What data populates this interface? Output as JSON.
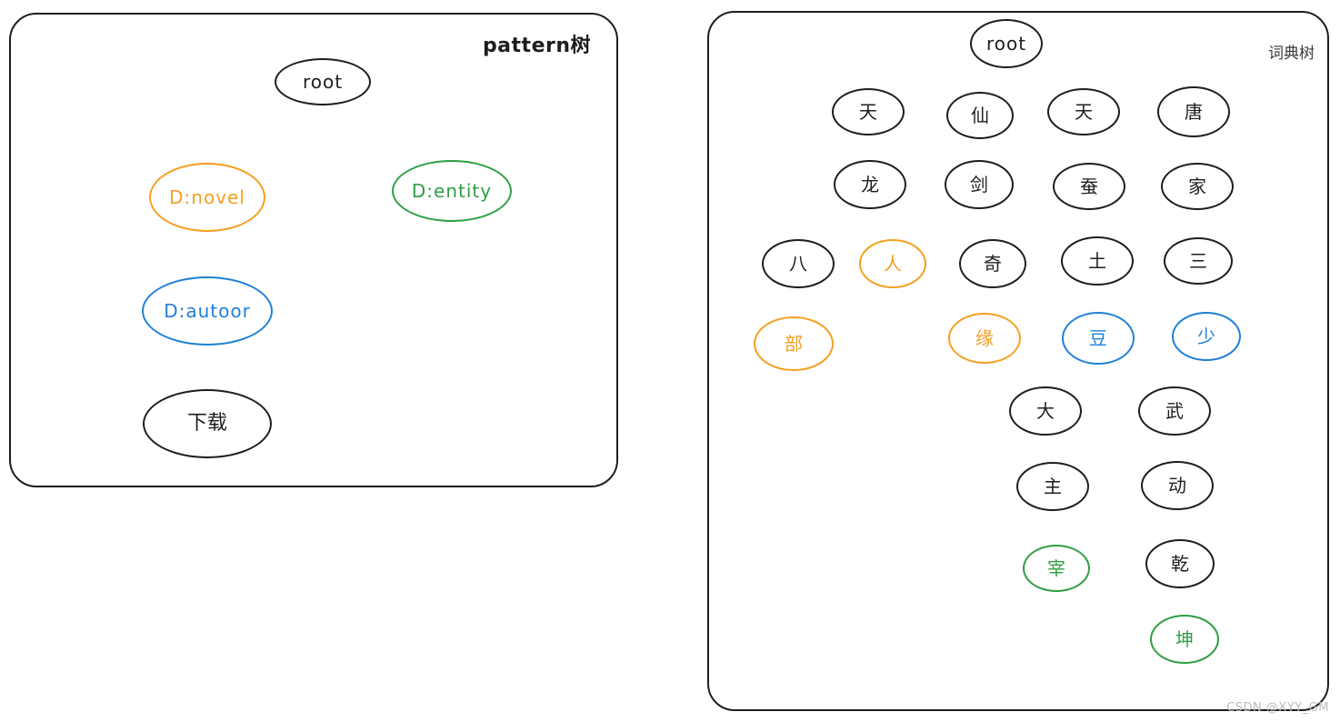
{
  "palette": {
    "stroke_black": "#1e1e1e",
    "orange": "#f5a020",
    "green": "#2f9e44",
    "blue": "#2080d8",
    "watermark_gray": "#b9bcc0"
  },
  "watermark": "CSDN @XYY_GM",
  "panels": {
    "pattern_tree": {
      "title": "pattern树",
      "nodes": [
        {
          "id": "root",
          "label": "root",
          "color": "black"
        },
        {
          "id": "d_novel",
          "label": "D:novel",
          "color": "orange"
        },
        {
          "id": "d_entity",
          "label": "D:entity",
          "color": "green"
        },
        {
          "id": "d_autoor",
          "label": "D:autoor",
          "color": "blue"
        },
        {
          "id": "xiazai",
          "label": "下载",
          "color": "black"
        }
      ],
      "edges": [
        [
          "root",
          "d_novel"
        ],
        [
          "root",
          "d_entity"
        ],
        [
          "d_novel",
          "d_autoor"
        ],
        [
          "d_autoor",
          "xiazai"
        ]
      ]
    },
    "dict_tree": {
      "title": "词典树",
      "nodes": [
        {
          "id": "root",
          "label": "root",
          "color": "black"
        },
        {
          "id": "tian1",
          "label": "天",
          "color": "black"
        },
        {
          "id": "xian",
          "label": "仙",
          "color": "black"
        },
        {
          "id": "tian2",
          "label": "天",
          "color": "black"
        },
        {
          "id": "tang",
          "label": "唐",
          "color": "black"
        },
        {
          "id": "long",
          "label": "龙",
          "color": "black"
        },
        {
          "id": "jian",
          "label": "剑",
          "color": "black"
        },
        {
          "id": "can",
          "label": "蚕",
          "color": "black"
        },
        {
          "id": "jia",
          "label": "家",
          "color": "black"
        },
        {
          "id": "ba",
          "label": "八",
          "color": "black"
        },
        {
          "id": "ren",
          "label": "人",
          "color": "orange"
        },
        {
          "id": "qi",
          "label": "奇",
          "color": "black"
        },
        {
          "id": "tu",
          "label": "土",
          "color": "black"
        },
        {
          "id": "san",
          "label": "三",
          "color": "black"
        },
        {
          "id": "bu",
          "label": "部",
          "color": "orange"
        },
        {
          "id": "yuan",
          "label": "缘",
          "color": "orange"
        },
        {
          "id": "dou",
          "label": "豆",
          "color": "blue"
        },
        {
          "id": "shao",
          "label": "少",
          "color": "blue"
        },
        {
          "id": "da",
          "label": "大",
          "color": "black"
        },
        {
          "id": "wu",
          "label": "武",
          "color": "black"
        },
        {
          "id": "zhu",
          "label": "主",
          "color": "black"
        },
        {
          "id": "dong",
          "label": "动",
          "color": "black"
        },
        {
          "id": "zai",
          "label": "宰",
          "color": "green"
        },
        {
          "id": "qian",
          "label": "乾",
          "color": "black"
        },
        {
          "id": "kun",
          "label": "坤",
          "color": "green"
        }
      ],
      "edges": [
        [
          "root",
          "tian1"
        ],
        [
          "root",
          "xian"
        ],
        [
          "root",
          "tian2"
        ],
        [
          "root",
          "tang"
        ],
        [
          "tian1",
          "long"
        ],
        [
          "long",
          "ba"
        ],
        [
          "long",
          "ren"
        ],
        [
          "ba",
          "bu"
        ],
        [
          "xian",
          "jian"
        ],
        [
          "jian",
          "qi"
        ],
        [
          "qi",
          "yuan"
        ],
        [
          "tian2",
          "can"
        ],
        [
          "can",
          "tu"
        ],
        [
          "tu",
          "dou"
        ],
        [
          "tang",
          "jia"
        ],
        [
          "jia",
          "san"
        ],
        [
          "san",
          "shao"
        ],
        [
          "dou",
          "da"
        ],
        [
          "dou",
          "wu"
        ],
        [
          "da",
          "zhu"
        ],
        [
          "zhu",
          "zai"
        ],
        [
          "wu",
          "dong"
        ],
        [
          "dong",
          "qian"
        ],
        [
          "qian",
          "kun"
        ]
      ]
    }
  }
}
